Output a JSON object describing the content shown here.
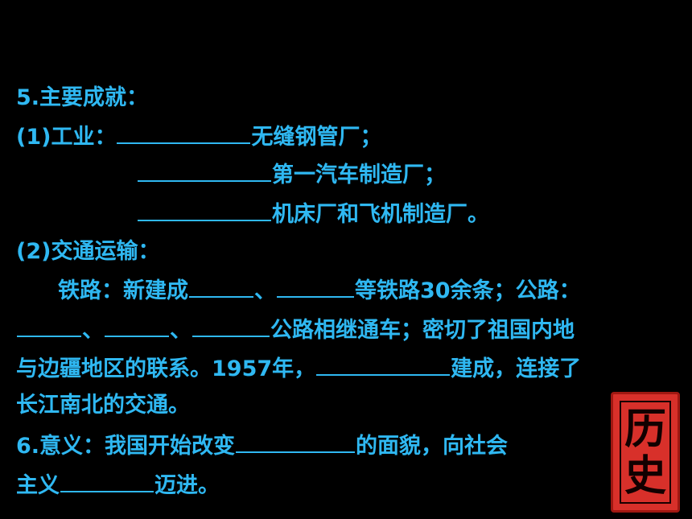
{
  "colors": {
    "background": "#000000",
    "text": "#2fb8f2",
    "stamp": "#d8302a"
  },
  "content": {
    "heading": "5.主要成就：",
    "industry_label": "(1)工业：",
    "industry_items": [
      "无缝钢管厂；",
      "第一汽车制造厂；",
      "机床厂和飞机制造厂。"
    ],
    "transport_label": "(2)交通运输：",
    "rail_prefix": "铁路：新建成",
    "sep_1": "、",
    "rail_suffix": "等铁路30余条；公路：",
    "sep_2": "、",
    "sep_3": "、",
    "road_suffix": "公路相继通车；密切了祖国内地",
    "line7_prefix": "与边疆地区的联系。1957年，",
    "line7_suffix": "建成，连接了",
    "line8": "长江南北的交通。",
    "meaning_prefix": "6.意义：我国开始改变",
    "meaning_suffix": "的面貌，向社会",
    "line10_prefix": "主义",
    "line10_suffix": "迈进。"
  },
  "stamp": {
    "char_1": "历",
    "char_2": "史"
  }
}
